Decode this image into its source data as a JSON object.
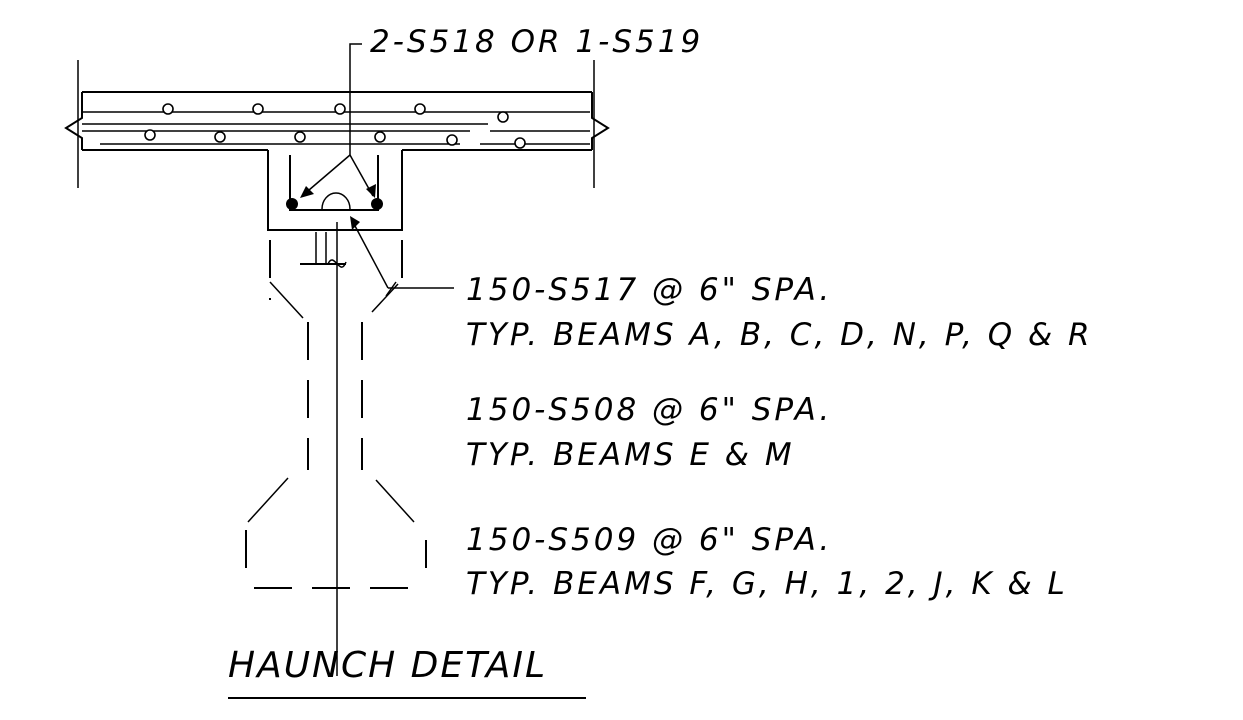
{
  "labels": {
    "top_bars": "2-S518 OR 1-S519",
    "note1_line1": "150-S517 @ 6\" SPA.",
    "note1_line2": "TYP. BEAMS A, B, C, D, N, P, Q & R",
    "note2_line1": "150-S508 @ 6\" SPA.",
    "note2_line2": "TYP. BEAMS E & M",
    "note3_line1": "150-S509 @ 6\" SPA.",
    "note3_line2": "TYP. BEAMS F, G, H, 1, 2, J, K & L",
    "title": "HAUNCH DETAIL"
  }
}
